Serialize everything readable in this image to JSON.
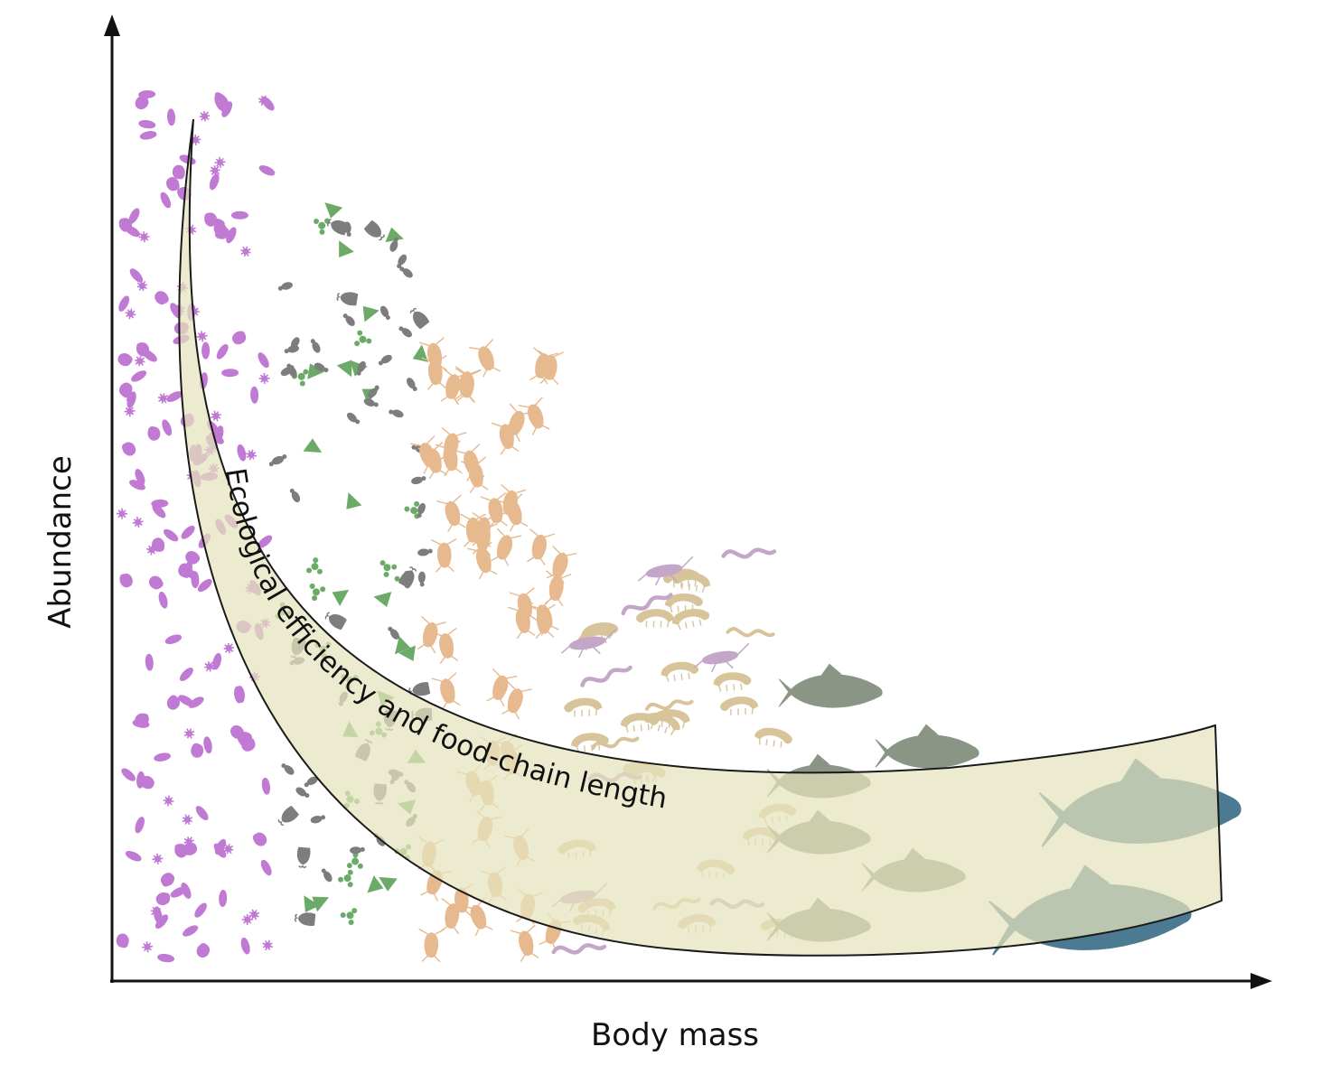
{
  "axes": {
    "x_label": "Body mass",
    "y_label": "Abundance"
  },
  "band": {
    "label": "Ecological efficiency and food-chain length",
    "fill_color": "#e6e3bd",
    "stroke_color": "#1a1a1a"
  },
  "organism_groups": [
    {
      "name": "bacteria",
      "color": "#c07ad4"
    },
    {
      "name": "phytoplankton",
      "color": "#6cab67"
    },
    {
      "name": "protozoa",
      "color": "#7d7d7d"
    },
    {
      "name": "zooplankton",
      "color": "#e6b98f"
    },
    {
      "name": "macroinvertebrates",
      "color": "#d7c49a"
    },
    {
      "name": "worms",
      "color": "#c4a6c8"
    },
    {
      "name": "small-fish",
      "color": "#8a9585"
    },
    {
      "name": "large-fish",
      "color": "#4d7a93"
    }
  ]
}
